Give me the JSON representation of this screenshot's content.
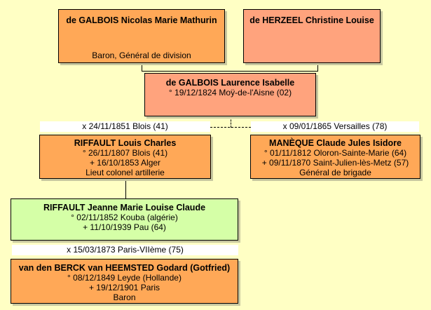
{
  "persons": {
    "father": {
      "name": "de GALBOIS Nicolas Marie Mathurin",
      "title": "Baron, Général de division"
    },
    "mother": {
      "name": "de HERZEEL Christine Louise"
    },
    "subject": {
      "name": "de GALBOIS Laurence Isabelle",
      "birth": "° 19/12/1824 Moÿ-de-l'Aisne (02)"
    },
    "spouse1": {
      "name": "RIFFAULT Louis Charles",
      "birth": "° 26/11/1807 Blois (41)",
      "death": "+ 16/10/1853 Alger",
      "title": "Lieut colonel artillerie"
    },
    "spouse2": {
      "name": "MANÈQUE Claude Jules Isidore",
      "birth": "° 01/11/1812 Oloron-Sainte-Marie (64)",
      "death": "+ 09/11/1870 Saint-Julien-lès-Metz (57)",
      "title": "Général de brigade"
    },
    "child": {
      "name": "RIFFAULT Jeanne Marie Louise Claude",
      "birth": "° 02/11/1852 Kouba (algérie)",
      "death": "+ 11/10/1939 Pau (64)"
    },
    "childSpouse": {
      "name": "van den BERCK van HEEMSTED Godard (Gotfried)",
      "birth": "° 08/12/1849 Leyde (Hollande)",
      "death": "+ 19/12/1901 Paris",
      "title": "Baron"
    }
  },
  "marriages": {
    "m1": "x 24/11/1851 Blois (41)",
    "m2": "x 09/01/1865 Versailles (78)",
    "m3": "x 15/03/1873 Paris-VIIème (75)"
  }
}
